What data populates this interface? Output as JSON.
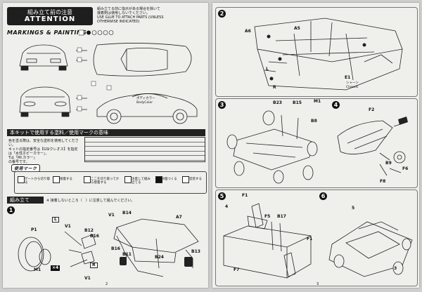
{
  "left_page": {
    "attention": {
      "jp": "組み立て前の注意",
      "en": "ATTENTION"
    },
    "note_lines": [
      "組み立てる前に指示がある場合を除いて",
      "接着剤は使用しないでください。",
      "USE GLUE TO ATTACH PARTS (UNLESS",
      "OTHERWISE INDICATED)"
    ],
    "markings_heading": "MARKINGS & PAINTING",
    "body_color_jp": "ボディカラー",
    "body_color_en": "BodyColor",
    "paint_heading": "本キットで使用する塗料／使用マークの意味",
    "paint_text": [
      "色を塗る際は、安全な塗料を使用してください。",
      "キットの指定番号は【GSIクレオス】を指定",
      "は「水性ホビーカラー」、",
      "Tは「Mr.カラー」",
      "の番号です。"
    ],
    "legend_heading": "使用マーク",
    "legend_items": [
      "ゲートから切り取る",
      "接着する",
      "ここを切り取ってから接着する",
      "注意して組み立てる",
      "4個つくる",
      "塗装する"
    ],
    "assembly_heading": "組み立て",
    "assembly_note": "※ 接着しないところ（　）に注意して組んでください。",
    "step1": "1",
    "labels": {
      "L": "L",
      "R": "R",
      "P1": "P1",
      "M1": "M1",
      "V1": "V1",
      "B12": "B12",
      "B14": "B14",
      "B16": "B16",
      "B11": "B11",
      "B24": "B24",
      "B13": "B13",
      "A7": "A7",
      "x4": "×4"
    },
    "page_no": "2"
  },
  "right_page": {
    "step2": "2",
    "step3": "3",
    "step4": "4",
    "step5": "5",
    "step6": "6",
    "labels": {
      "A6": "A6",
      "A5": "A5",
      "L": "L",
      "R": "R",
      "E1": "E1",
      "chassis_jp": "シャーシ",
      "chassis_en": "Chassis",
      "B23": "B23",
      "B15": "B15",
      "M1": "M1",
      "B8": "B8",
      "F2": "F2",
      "B9": "B9",
      "F6": "F6",
      "F8": "F8",
      "F1": "F1",
      "F5": "F5",
      "B17": "B17",
      "F7": "F7",
      "n3": "3",
      "n4": "4",
      "n5": "5"
    },
    "page_no": "3"
  },
  "colors": {
    "paper": "#efefec",
    "ink": "#111111",
    "band": "#222222"
  }
}
